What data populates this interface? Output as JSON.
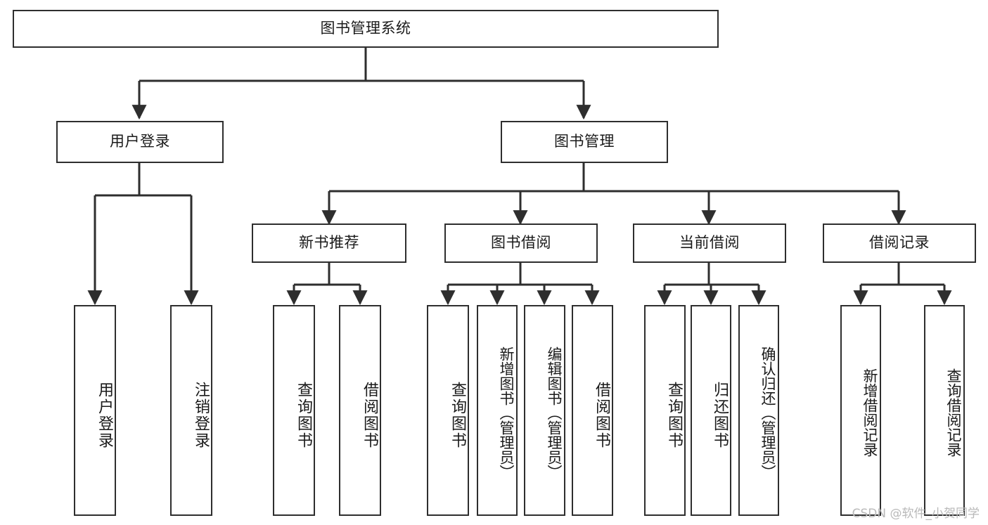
{
  "diagram": {
    "title": "图书管理系统",
    "watermark": "CSDN @软件_小贺同学",
    "line_color": "#2e2e2e",
    "box_fill": "#ffffff",
    "text_color": "#1a1a1a",
    "watermark_color": "#b9b9b9",
    "nodes": {
      "root": "图书管理系统",
      "level2": {
        "user_login": "用户登录",
        "book_manage": "图书管理"
      },
      "level3": {
        "new_book_rec": "新书推荐",
        "book_borrow": "图书借阅",
        "current_borrow": "当前借阅",
        "borrow_record": "借阅记录"
      },
      "leaves": {
        "user_login_1": "用户登录",
        "user_login_2": "注销登录",
        "new_book_rec_1": "查询图书",
        "new_book_rec_2": "借阅图书",
        "book_borrow_1": "查询图书",
        "book_borrow_2": "新增图书（管理员）",
        "book_borrow_3": "编辑图书（管理员）",
        "book_borrow_4": "借阅图书",
        "current_borrow_1": "查询图书",
        "current_borrow_2": "归还图书",
        "current_borrow_3": "确认归还（管理员）",
        "borrow_record_1": "新增借阅记录",
        "borrow_record_2": "查询借阅记录"
      }
    }
  },
  "chart_data": {
    "type": "diagram",
    "subtype": "tree-hierarchy",
    "title": "图书管理系统",
    "orientation": "top-down",
    "tree": [
      {
        "label": "图书管理系统",
        "children": [
          {
            "label": "用户登录",
            "children": [
              {
                "label": "用户登录",
                "children": []
              },
              {
                "label": "注销登录",
                "children": []
              }
            ]
          },
          {
            "label": "图书管理",
            "children": [
              {
                "label": "新书推荐",
                "children": [
                  {
                    "label": "查询图书",
                    "children": []
                  },
                  {
                    "label": "借阅图书",
                    "children": []
                  }
                ]
              },
              {
                "label": "图书借阅",
                "children": [
                  {
                    "label": "查询图书",
                    "children": []
                  },
                  {
                    "label": "新增图书（管理员）",
                    "children": []
                  },
                  {
                    "label": "编辑图书（管理员）",
                    "children": []
                  },
                  {
                    "label": "借阅图书",
                    "children": []
                  }
                ]
              },
              {
                "label": "当前借阅",
                "children": [
                  {
                    "label": "查询图书",
                    "children": []
                  },
                  {
                    "label": "归还图书",
                    "children": []
                  },
                  {
                    "label": "确认归还（管理员）",
                    "children": []
                  }
                ]
              },
              {
                "label": "借阅记录",
                "children": [
                  {
                    "label": "新增借阅记录",
                    "children": []
                  },
                  {
                    "label": "查询借阅记录",
                    "children": []
                  }
                ]
              }
            ]
          }
        ]
      }
    ]
  }
}
